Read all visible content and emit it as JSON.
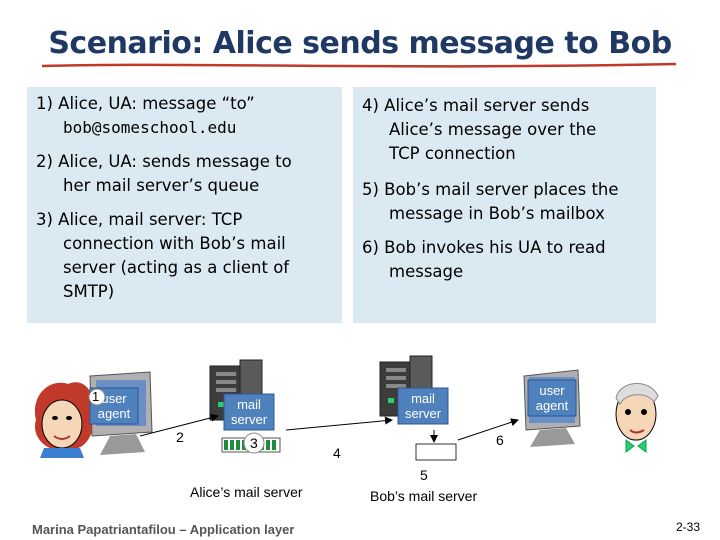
{
  "title": "Scenario: Alice sends message to Bob",
  "left_steps": [
    {
      "first": "1) Alice, UA: message “to”",
      "rest": [
        "bob@someschool.edu"
      ]
    },
    {
      "first": "2) Alice, UA: sends message to",
      "rest": [
        "her mail server’s queue"
      ]
    },
    {
      "first": "3) Alice, mail server: TCP",
      "rest": [
        "connection with Bob’s mail",
        "server (acting as a client of",
        "SMTP)"
      ]
    }
  ],
  "right_steps": [
    {
      "first": "4) Alice’s mail server sends",
      "rest": [
        "Alice’s message over the",
        "TCP connection"
      ]
    },
    {
      "first": "5) Bob’s mail server places the",
      "rest": [
        "message in Bob’s mailbox"
      ]
    },
    {
      "first": "6) Bob invokes his UA to read",
      "rest": [
        "message"
      ]
    }
  ],
  "diagram": {
    "alice_ua_label": [
      "user",
      "agent"
    ],
    "alice_server_label": [
      "mail",
      "server"
    ],
    "bob_server_label": [
      "mail",
      "server"
    ],
    "bob_ua_label": [
      "user",
      "agent"
    ],
    "alice_server_caption": "Alice’s mail server",
    "bob_server_caption": "Bob’s mail server",
    "step_numbers": [
      "1",
      "2",
      "3",
      "4",
      "5",
      "6"
    ],
    "colors": {
      "label_box": "#4f81bd",
      "queue_green": "#1e8c3a",
      "arrow": "#000000"
    }
  },
  "footer": "Marina Papatriantafilou – Application layer",
  "page_number": "2-33"
}
